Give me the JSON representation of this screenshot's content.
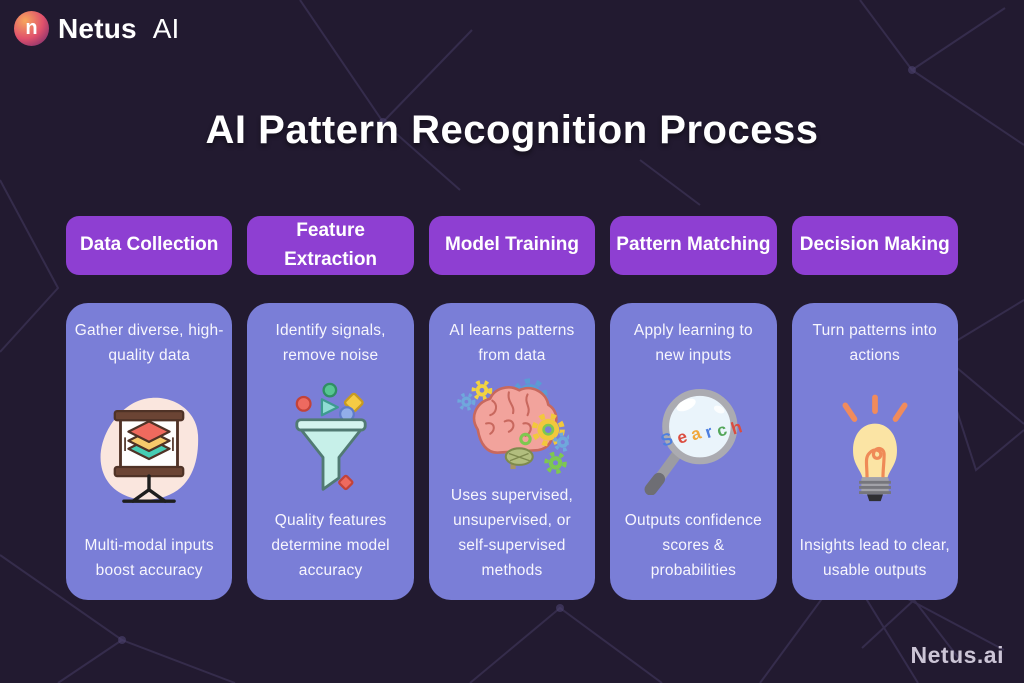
{
  "colors": {
    "background": "#221A30",
    "stage_header": "#8E3FD2",
    "card": "#7A7ED7",
    "title_text": "#FFFFFF",
    "watermark_text": "#CCC5D6"
  },
  "logo": {
    "glyph": "n",
    "brand": "Netus",
    "suffix": "AI",
    "icon": "netus-logo-icon"
  },
  "title": "AI Pattern Recognition Process",
  "watermark": "Netus.ai",
  "columns": [
    {
      "header": "Data Collection",
      "top_text": "Gather diverse, high-quality data",
      "icon": "presentation-layers-icon",
      "bottom_text": "Multi-modal inputs boost accuracy"
    },
    {
      "header": "Feature Extraction",
      "top_text": "Identify signals, remove noise",
      "icon": "funnel-filter-icon",
      "bottom_text": "Quality features determine model accuracy"
    },
    {
      "header": "Model Training",
      "top_text": "AI learns patterns from data",
      "icon": "brain-gears-icon",
      "bottom_text": "Uses supervised, unsupervised, or self-supervised methods"
    },
    {
      "header": "Pattern Matching",
      "top_text": "Apply learning to new inputs",
      "icon": "search-magnifier-icon",
      "bottom_text": "Outputs confidence scores & probabilities",
      "lens_letters": [
        "S",
        "e",
        "a",
        "r",
        "c",
        "h"
      ]
    },
    {
      "header": "Decision Making",
      "top_text": "Turn patterns into actions",
      "icon": "lightbulb-icon",
      "bottom_text": "Insights lead to clear, usable outputs"
    }
  ]
}
